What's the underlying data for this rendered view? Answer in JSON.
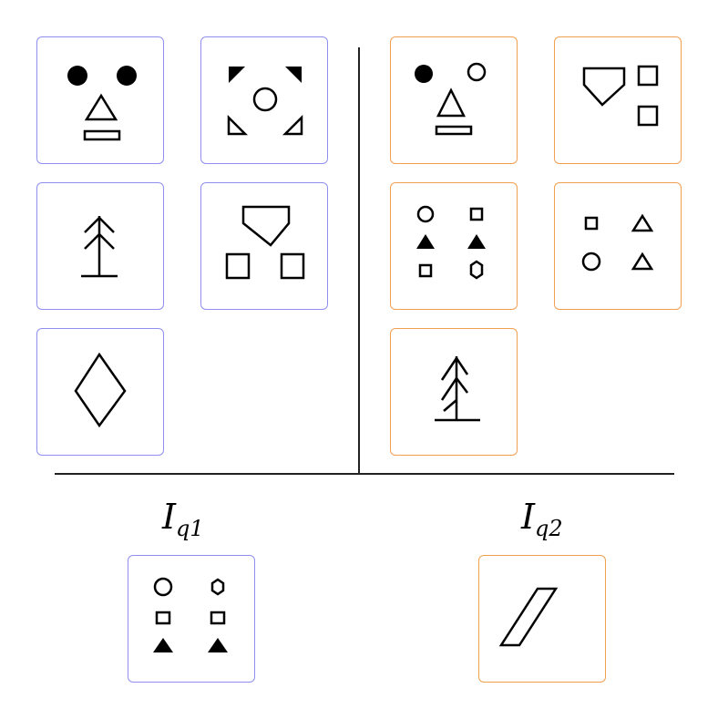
{
  "colors": {
    "set1_border": "#8f8ff0",
    "set2_border": "#f0a050",
    "stroke": "#000000"
  },
  "set1": {
    "panels": [
      "two-dots-triangle-bar",
      "corners-circle",
      "tree-arrows",
      "pentagon-two-squares",
      "diamond"
    ]
  },
  "set2": {
    "panels": [
      "dot-circle-triangle-bar",
      "pentagon-squares-right",
      "grid-circles-squares-triangles",
      "squares-triangles-circle",
      "tree-left-branches"
    ]
  },
  "queries": {
    "q1": {
      "label": "I",
      "sub": "q1",
      "panel": "columns-circle-square-triangle"
    },
    "q2": {
      "label": "I",
      "sub": "q2",
      "panel": "parallelogram"
    }
  }
}
